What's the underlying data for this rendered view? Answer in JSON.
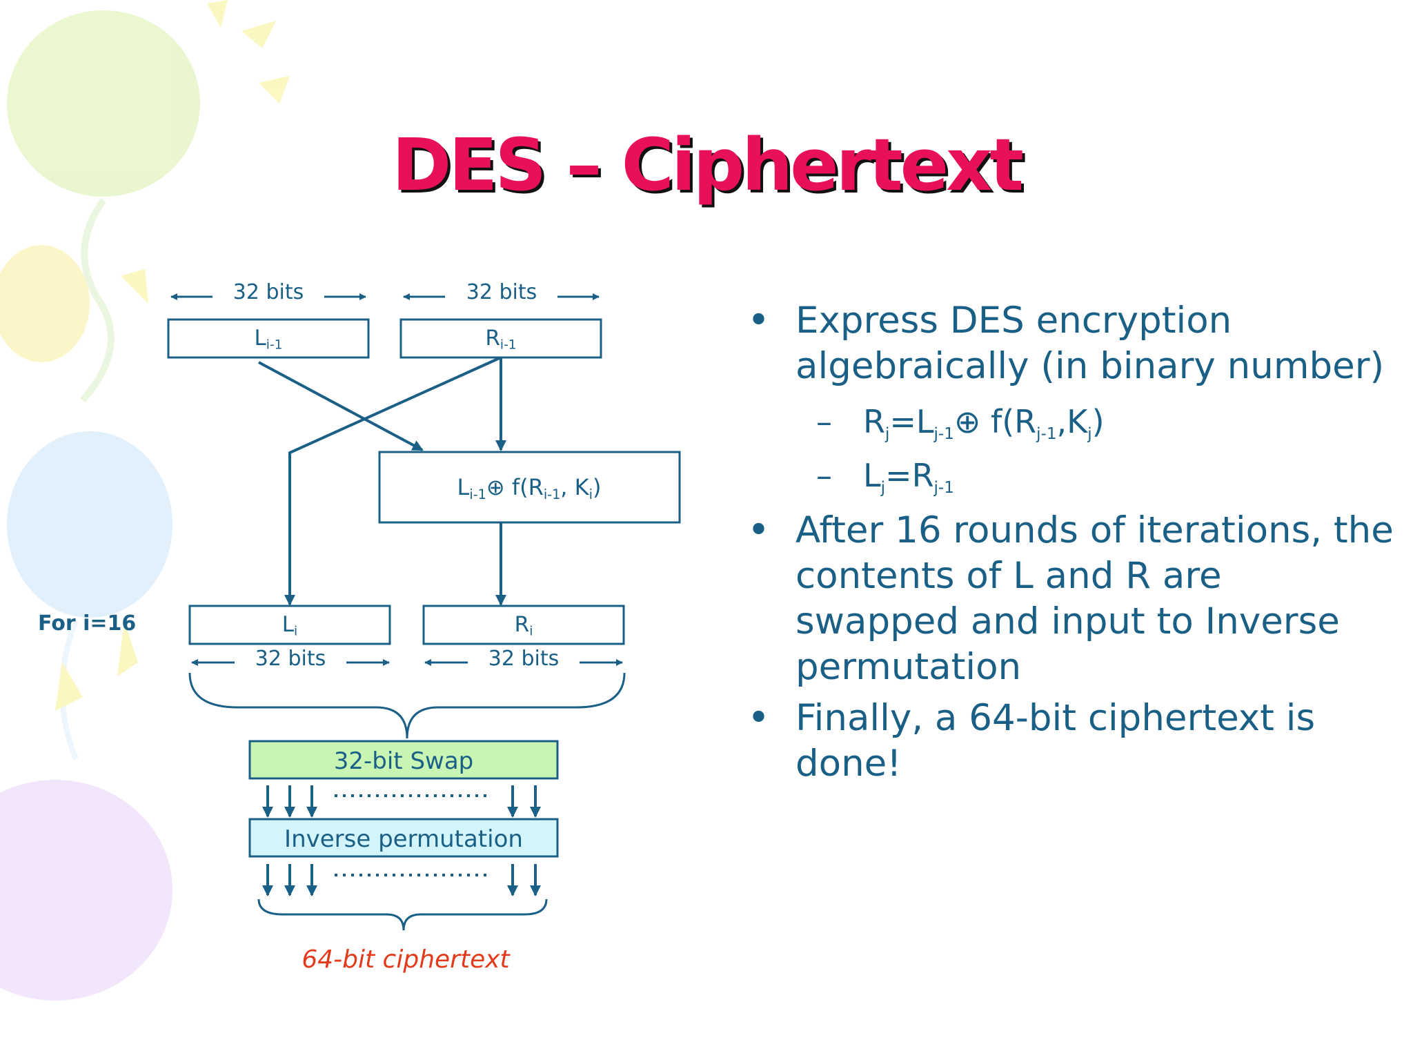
{
  "title": "DES – Ciphertext",
  "diagram": {
    "top_bits_left": "32 bits",
    "top_bits_right": "32 bits",
    "box_l_prev": {
      "base": "L",
      "sub": "i-1"
    },
    "box_r_prev": {
      "base": "R",
      "sub": "i-1"
    },
    "f_box": {
      "p1": "L",
      "s1": "i-1",
      "p2": "⊕ f(R",
      "s2": "i-1",
      "p3": ", K",
      "s3": "i",
      "p4": ")"
    },
    "box_l": {
      "base": "L",
      "sub": "i"
    },
    "box_r": {
      "base": "R",
      "sub": "i"
    },
    "bottom_bits_left": "32 bits",
    "bottom_bits_right": "32 bits",
    "for_label": "For i=16",
    "swap_label": "32-bit Swap",
    "inverse_label": "Inverse permutation",
    "ciphertext_label": "64-bit ciphertext",
    "colors": {
      "line": "#1a5f86",
      "swap_fill": "#c8f5b4",
      "inverse_fill": "#d2f4fa",
      "ciphertext": "#e23a1a",
      "title": "#e8105a"
    }
  },
  "bullets": [
    {
      "text": "Express DES encryption algebraically (in binary number)"
    },
    {
      "text": "After 16 rounds of iterations, the contents of L and R are swapped and input to Inverse permutation"
    },
    {
      "text": "Finally, a 64-bit ciphertext is done!"
    }
  ],
  "subbullets": [
    {
      "p1": "R",
      "s1": "j",
      "p2": "=L",
      "s2": "j-1",
      "p3": "⊕ f(R",
      "s3": "j-1",
      "p4": ",K",
      "s4": "j",
      "p5": ")"
    },
    {
      "p1": "L",
      "s1": "j",
      "p2": "=R",
      "s2": "j-1"
    }
  ],
  "bullet_glyph": "•",
  "dash_glyph": "–"
}
